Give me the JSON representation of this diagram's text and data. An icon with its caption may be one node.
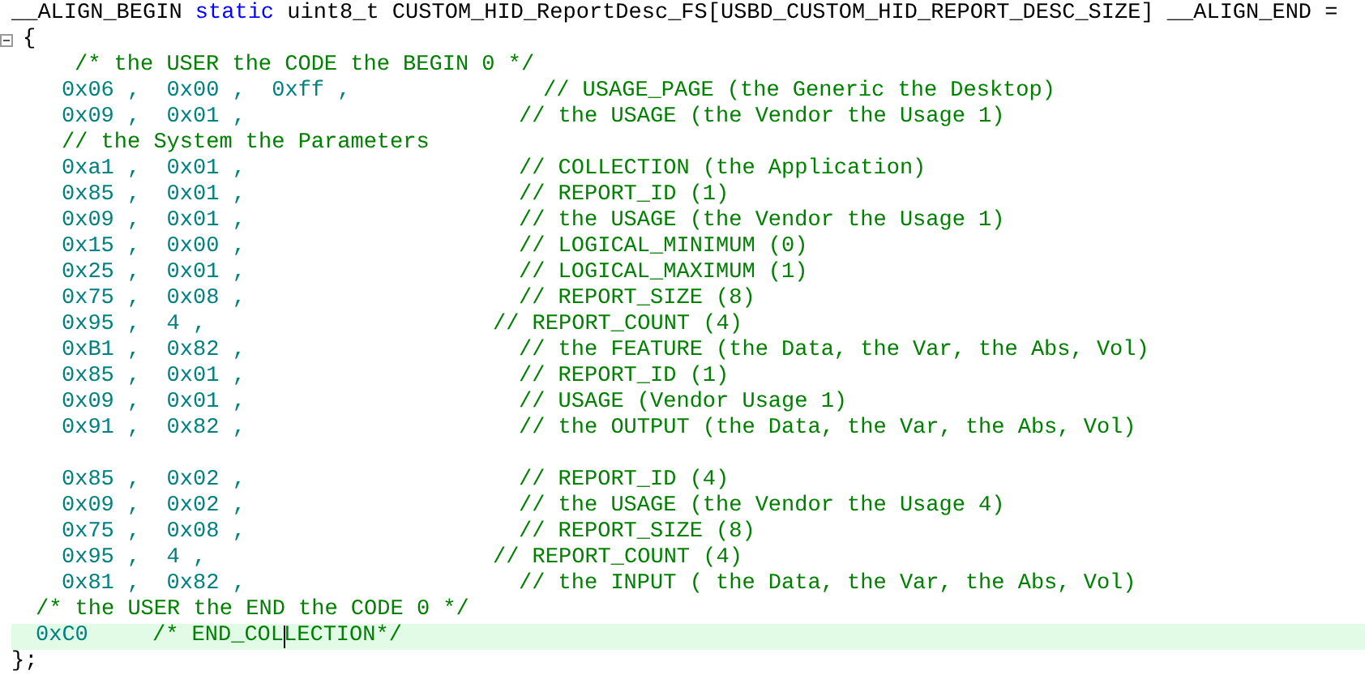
{
  "diagram": {
    "labels": [
      "__ALIGN_BEGIN",
      "static",
      "uint8_t CUSTOM_HID_ReportDesc_FS[USBD_CUSTOM_HID_REPORT_DESC_SIZE] __ALIGN_END =",
      "{",
      "/* the USER the CODE the BEGIN 0 */",
      "0x06 ,  0x00 ,  0xff ,",
      "// USAGE_PAGE (the Generic the Desktop)",
      "0x09 ,  0x01 ,",
      "// the USAGE (the Vendor the Usage 1)",
      "// the System the Parameters",
      "0xa1 ,  0x01 ,",
      "// COLLECTION (the Application)",
      "0x85 ,  0x01 ,",
      "// REPORT_ID (1)",
      "0x09 ,  0x01 ,",
      "// the USAGE (the Vendor the Usage 1)",
      "0x15 ,  0x00 ,",
      "// LOGICAL_MINIMUM (0)",
      "0x25 ,  0x01 ,",
      "// LOGICAL_MAXIMUM (1)",
      "0x75 ,  0x08 ,",
      "// REPORT_SIZE (8)",
      "0x95 ,  4 ,",
      "// REPORT_COUNT (4)",
      "0xB1 ,  0x82 ,",
      "// the FEATURE (the Data, the Var, the Abs, Vol)",
      "0x85 ,  0x01 ,",
      "// REPORT_ID (1)",
      "0x09 ,  0x01 ,",
      "// USAGE (Vendor Usage 1)",
      "0x91 ,  0x82 ,",
      "// the OUTPUT (the Data, the Var, the Abs, Vol)",
      "0x85 ,  0x02 ,",
      "// REPORT_ID (4)",
      "0x09 ,  0x02 ,",
      "// the USAGE (the Vendor the Usage 4)",
      "0x75 ,  0x08 ,",
      "// REPORT_SIZE (8)",
      "0x95 ,  4 ,",
      "// REPORT_COUNT (4)",
      "0x81 ,  0x82 ,",
      "// the INPUT ( the Data, the Var, the Abs, Vol)",
      "/* the USER the END the CODE 0 */",
      "0xC0",
      "/* END_COLLECTION*/",
      "};"
    ]
  }
}
